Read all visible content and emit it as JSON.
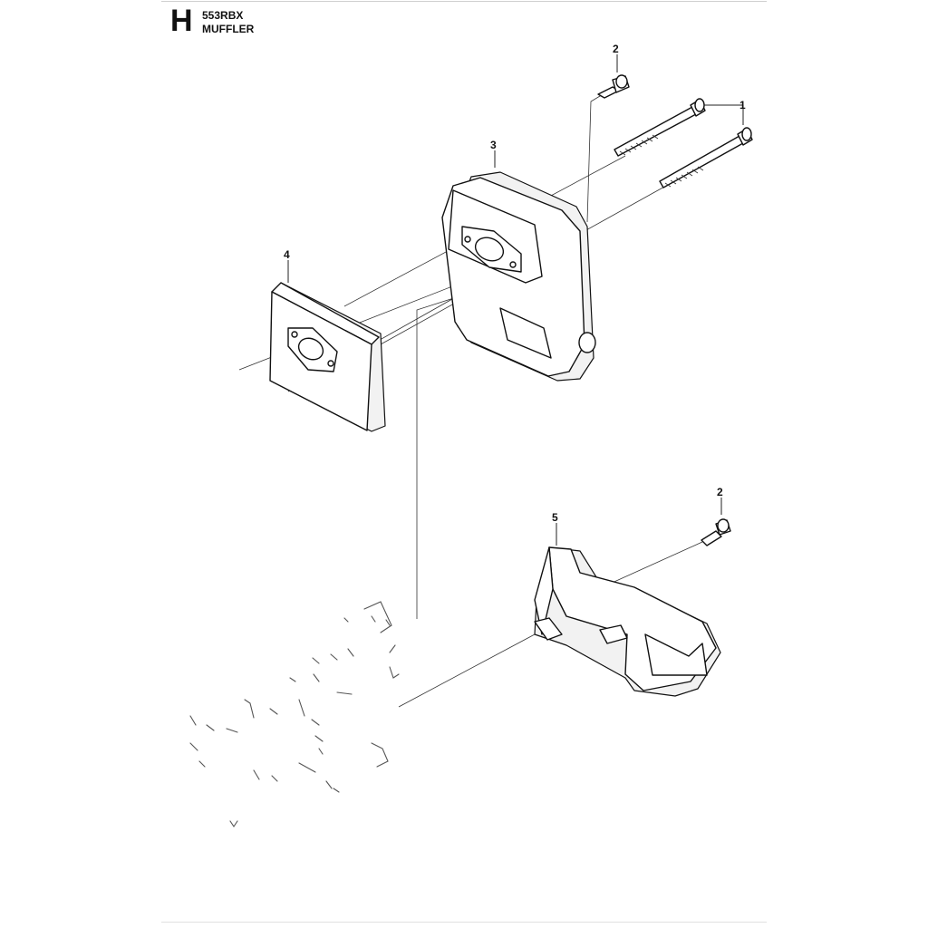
{
  "header": {
    "section_letter": "H",
    "model": "553RBX",
    "title": "MUFFLER"
  },
  "callouts": [
    {
      "id": "c1",
      "label": "1"
    },
    {
      "id": "c2a",
      "label": "2"
    },
    {
      "id": "c3",
      "label": "3"
    },
    {
      "id": "c4",
      "label": "4"
    },
    {
      "id": "c2b",
      "label": "2"
    },
    {
      "id": "c5",
      "label": "5"
    }
  ],
  "parts": [
    {
      "number": "1",
      "kind": "long-screw",
      "icon": "long-screw-icon"
    },
    {
      "number": "2",
      "kind": "screw",
      "icon": "screw-icon"
    },
    {
      "number": "3",
      "kind": "muffler",
      "icon": "muffler-icon"
    },
    {
      "number": "4",
      "kind": "gasket-plate",
      "icon": "gasket-icon"
    },
    {
      "number": "5",
      "kind": "muffler-guard",
      "icon": "guard-icon"
    }
  ]
}
